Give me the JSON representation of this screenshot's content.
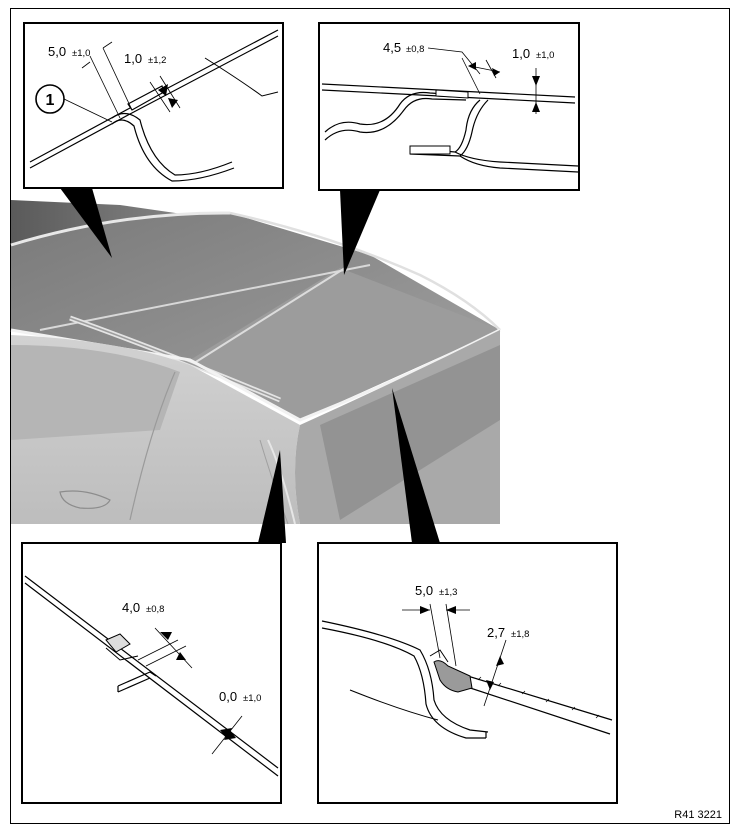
{
  "figure": {
    "reference_code": "R41 3221",
    "callout_number": "1"
  },
  "details": {
    "top_left": {
      "gap": {
        "value": "5,0",
        "tolerance": "±1,0"
      },
      "flush": {
        "value": "1,0",
        "tolerance": "±1,2"
      }
    },
    "top_right": {
      "gap": {
        "value": "4,5",
        "tolerance": "±0,8"
      },
      "flush": {
        "value": "1,0",
        "tolerance": "±1,0"
      }
    },
    "bottom_left": {
      "gap": {
        "value": "4,0",
        "tolerance": "±0,8"
      },
      "flush": {
        "value": "0,0",
        "tolerance": "±1,0"
      }
    },
    "bottom_right": {
      "gap": {
        "value": "5,0",
        "tolerance": "±1,3"
      },
      "flush": {
        "value": "2,7",
        "tolerance": "±1,8"
      }
    }
  },
  "colors": {
    "ink": "#000000",
    "roof_light": "#9a9a9a",
    "roof_dark": "#6b6b6b",
    "body_side": "#c8c8c8"
  }
}
